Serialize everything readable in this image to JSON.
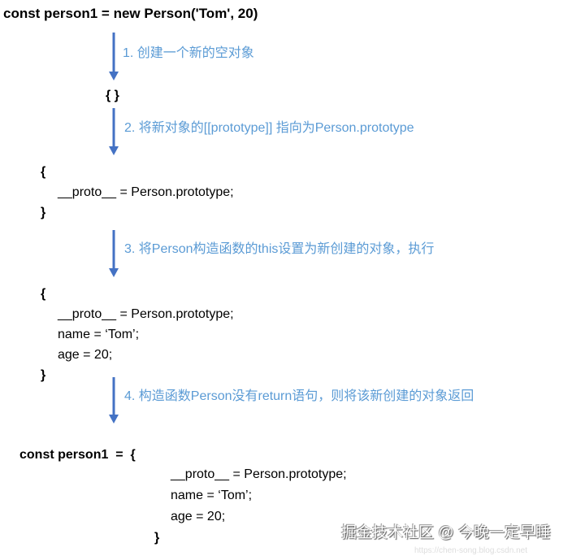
{
  "header": {
    "code": "const person1 = new Person('Tom', 20)"
  },
  "steps": [
    "1. 创建一个新的空对象",
    "2. 将新对象的[[prototype]] 指向为Person.prototype",
    "3. 将Person构造函数的this设置为新创建的对象，执行",
    "4. 构造函数Person没有return语句，则将该新创建的对象返回"
  ],
  "empty_object": "{ }",
  "object2": {
    "open": "{",
    "lines": [
      "__proto__ = Person.prototype;"
    ],
    "close": "}"
  },
  "object3": {
    "open": "{",
    "lines": [
      "__proto__ = Person.prototype;",
      "name = ‘Tom’;",
      "age = 20;"
    ],
    "close": "}"
  },
  "result": {
    "prefix": "const person1  =  {",
    "lines": [
      "__proto__ = Person.prototype;",
      "name = ‘Tom’;",
      "age = 20;"
    ],
    "close": "}"
  },
  "colors": {
    "arrow": "#4472c4",
    "step_text": "#5b9bd5"
  },
  "watermark": {
    "text": "掘金技术社区 @ 今晚一定早睡",
    "url": "https://chen-song.blog.csdn.net"
  }
}
